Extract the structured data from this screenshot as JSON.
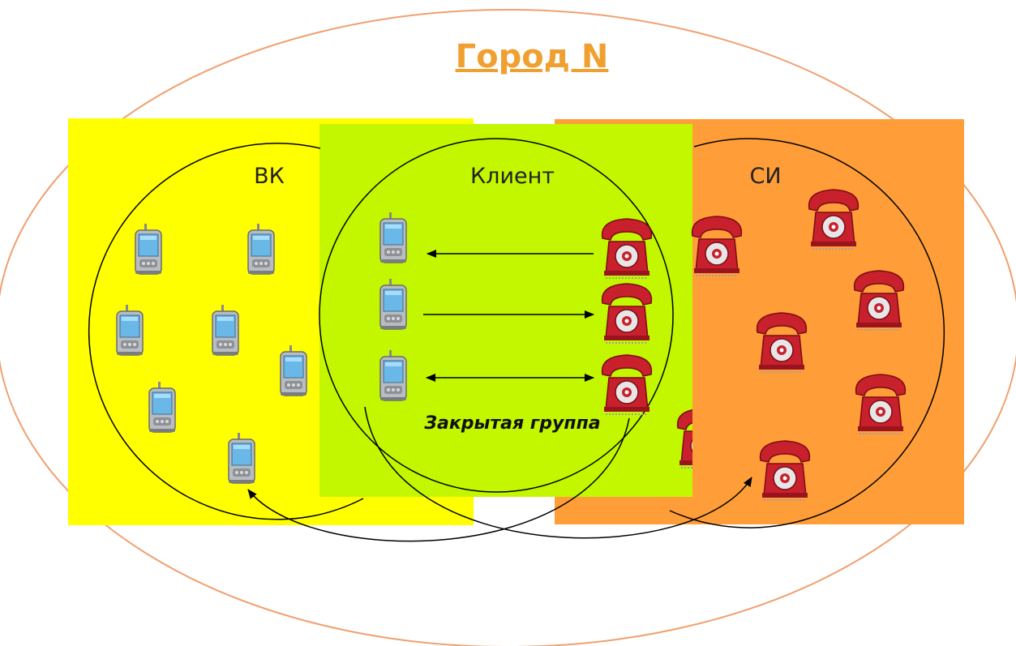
{
  "title": "Город N",
  "zones": {
    "vk": {
      "label": "ВК",
      "color": "#ffff00"
    },
    "client": {
      "label": "Клиент",
      "color": "#c2f700"
    },
    "si": {
      "label": "СИ",
      "color": "#ff9d38"
    }
  },
  "closed_group_label": "Закрытая группа",
  "colors": {
    "city_outline": "#f0a070",
    "title": "#f0a030",
    "phone_red": "#c8202c",
    "pda_blue": "#6ab8e8"
  },
  "icons": {
    "mobile": "pda-phone-icon",
    "landline": "red-telephone-icon"
  }
}
